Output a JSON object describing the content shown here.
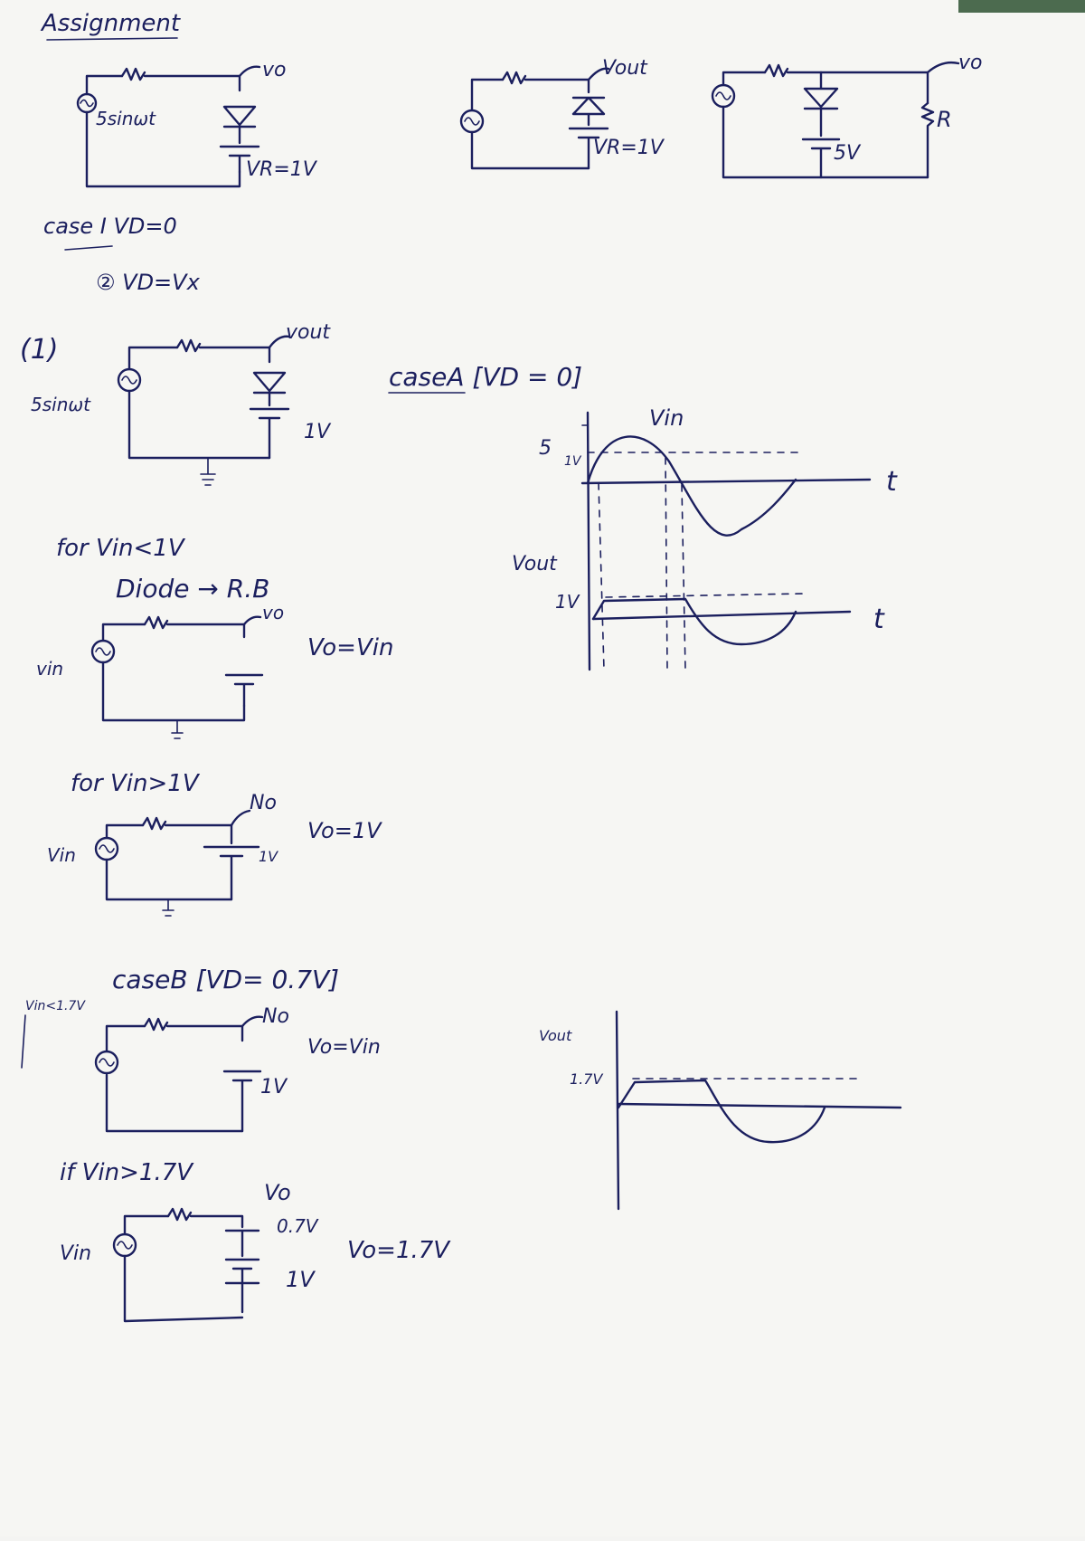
{
  "header": {
    "title": "Assignment"
  },
  "colors": {
    "ink": "#1b1f5e",
    "paper": "#f6f6f3"
  },
  "problem": {
    "c1": {
      "source": "5sinωt",
      "node": "vo",
      "battery": "VR=1V"
    },
    "c2": {
      "node": "Vout",
      "battery": "VR=1V"
    },
    "c3": {
      "node": "vo",
      "battery": "5V",
      "resistor": "R"
    }
  },
  "cases": {
    "line1": "case I  VD=0",
    "line2": "② VD=Vx"
  },
  "section1": {
    "number": "(1)",
    "source": "5sinωt",
    "node": "vout",
    "battery": "1V",
    "case_a": "caseA [VD = 0]",
    "for_lt": {
      "condition": "for Vin<1V",
      "state": "Diode → R.B",
      "node": "vo",
      "source": "vin",
      "result": "Vo=Vin"
    },
    "for_gt": {
      "condition": "for Vin>1V",
      "node": "No",
      "source": "Vin",
      "battery": "1V",
      "result": "Vo=1V"
    }
  },
  "graph_a": {
    "vin_label": "Vin",
    "peak": "5",
    "level": "1V",
    "t_label": "t",
    "vout_label": "Vout",
    "vout_level": "1V",
    "t_label2": "t"
  },
  "case_b": {
    "title": "caseB  [VD= 0.7V]",
    "side_note": "Vin<1.7V",
    "node": "No",
    "battery": "1V",
    "result": "Vo=Vin",
    "if_condition": "if Vin>1.7V",
    "node2": "Vo",
    "diode_drop": "0.7V",
    "battery2": "1V",
    "source2": "Vin",
    "result2": "Vo=1.7V"
  },
  "graph_b": {
    "vout_label": "Vout",
    "level": "1.7V"
  }
}
